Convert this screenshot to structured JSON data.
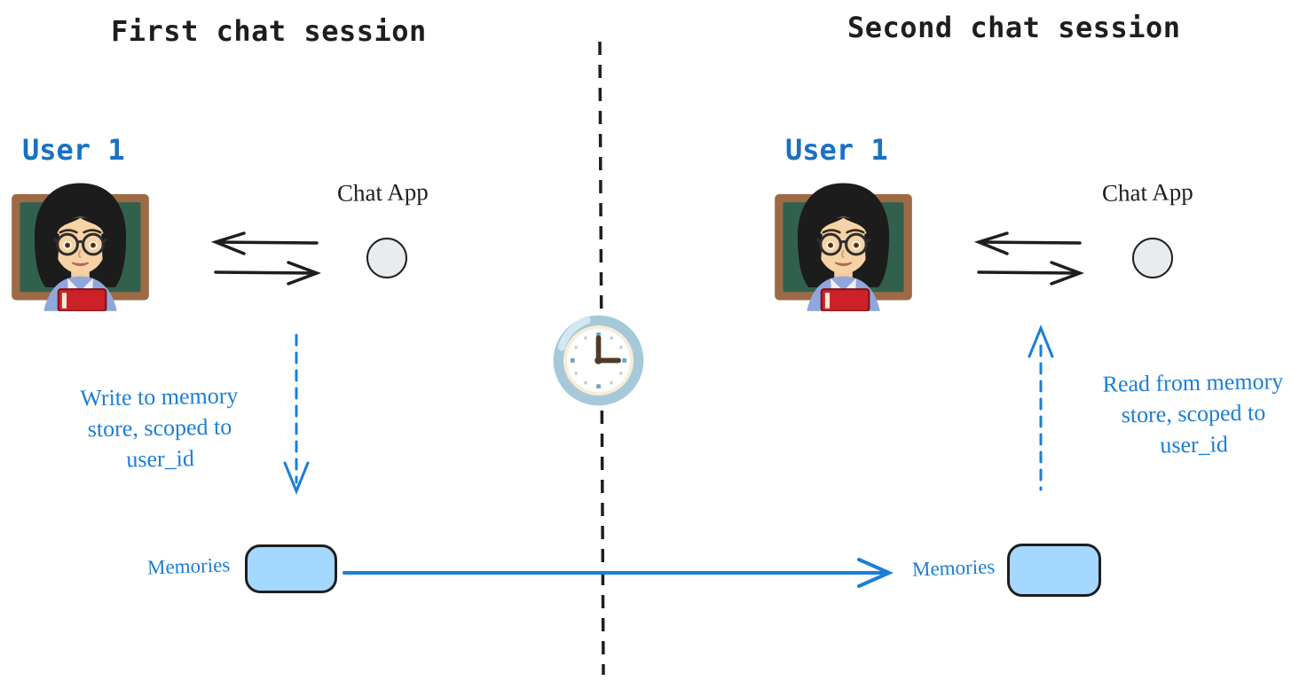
{
  "colors": {
    "ink": "#1e1e1e",
    "user_blue": "#1971c2",
    "arrow_blue": "#1c7ed6",
    "box_fill": "#a5d8ff",
    "circle_fill": "#e9ecef"
  },
  "divider": {
    "icon": "clock-icon",
    "clock_time_shown": "3:00"
  },
  "sessions": [
    {
      "title": "First chat session",
      "user": {
        "label": "User 1",
        "icon": "woman-teacher-emoji"
      },
      "app": {
        "label": "Chat App",
        "icon": "chat-app-node-icon"
      },
      "note": {
        "full": "Write to memory store, scoped to user_id",
        "lines": [
          "Write to memory",
          "store, scoped to",
          "user_id"
        ]
      },
      "memories": {
        "label": "Memories"
      }
    },
    {
      "title": "Second chat session",
      "user": {
        "label": "User 1",
        "icon": "woman-teacher-emoji"
      },
      "app": {
        "label": "Chat App",
        "icon": "chat-app-node-icon"
      },
      "note": {
        "full": "Read from memory store, scoped to user_id",
        "lines": [
          "Read from memory",
          "store, scoped to",
          "user_id"
        ]
      },
      "memories": {
        "label": "Memories"
      }
    }
  ]
}
